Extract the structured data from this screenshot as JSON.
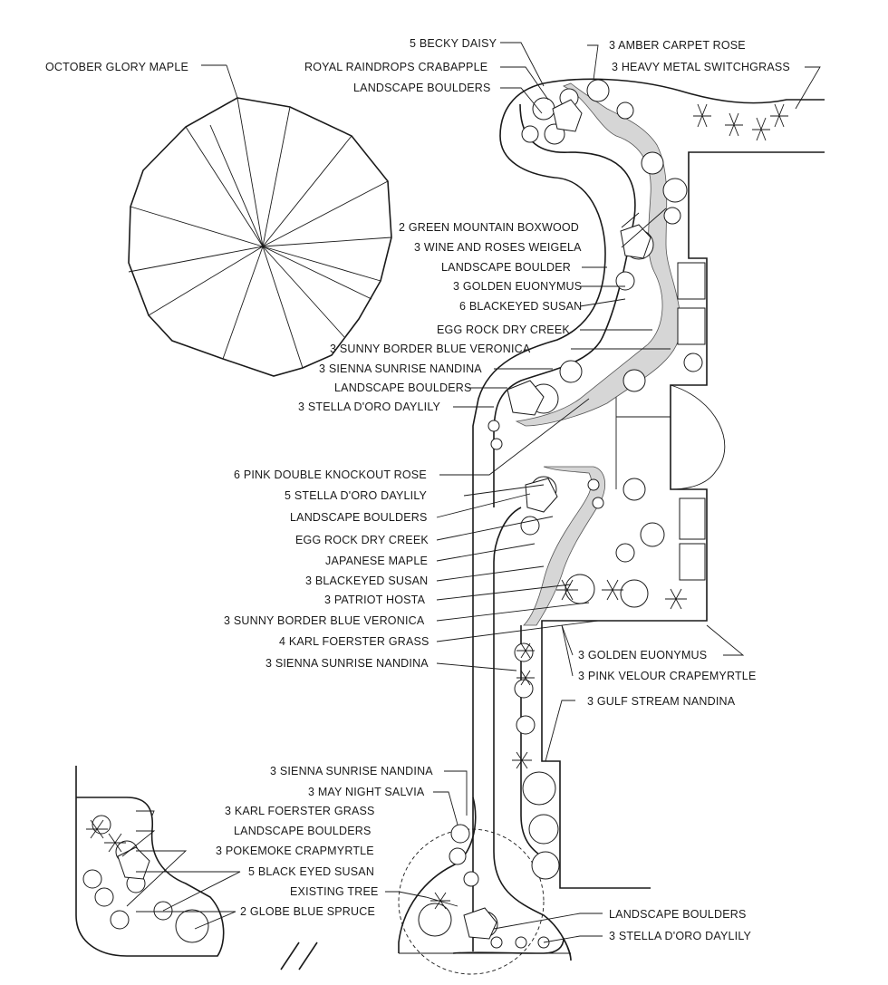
{
  "tree_label": "OCTOBER GLORY MAPLE",
  "labels": {
    "becky_daisy": "5 BECKY DAISY",
    "raindrops_crabapple": "ROYAL RAINDROPS CRABAPPLE",
    "boulders_1": "LANDSCAPE BOULDERS",
    "amber_carpet_rose": "3 AMBER CARPET ROSE",
    "heavy_metal_switchgrass": "3 HEAVY METAL SWITCHGRASS",
    "green_mountain_boxwood": "2 GREEN MOUNTAIN BOXWOOD",
    "wine_roses_weigela": "3 WINE AND ROSES WEIGELA",
    "boulder_single": "LANDSCAPE BOULDER",
    "golden_euonymus_1": "3 GOLDEN EUONYMUS",
    "blackeyed_susan_6": "6 BLACKEYED SUSAN",
    "egg_rock_creek_1": "EGG ROCK DRY CREEK",
    "veronica_1": "3 SUNNY BORDER BLUE VERONICA",
    "nandina_1": "3 SIENNA SUNRISE NANDINA",
    "boulders_2": "LANDSCAPE BOULDERS",
    "stella_daylily_3a": "3 STELLA D'ORO DAYLILY",
    "knockout_rose": "6 PINK DOUBLE KNOCKOUT ROSE",
    "stella_daylily_5": "5 STELLA D'ORO DAYLILY",
    "boulders_3": "LANDSCAPE BOULDERS",
    "egg_rock_creek_2": "EGG ROCK DRY CREEK",
    "japanese_maple": "JAPANESE MAPLE",
    "blackeyed_susan_3": "3 BLACKEYED SUSAN",
    "patriot_hosta": "3 PATRIOT HOSTA",
    "veronica_2": "3 SUNNY BORDER BLUE VERONICA",
    "karl_foerster_4": "4 KARL FOERSTER GRASS",
    "nandina_2": "3 SIENNA SUNRISE NANDINA",
    "golden_euonymus_2": "3 GOLDEN EUONYMUS",
    "pink_velour": "3 PINK VELOUR CRAPEMYRTLE",
    "gulf_stream": "3 GULF STREAM NANDINA",
    "nandina_3": "3 SIENNA SUNRISE NANDINA",
    "may_night_salvia": "3 MAY NIGHT SALVIA",
    "karl_foerster_3": "3 KARL FOERSTER GRASS",
    "boulders_4": "LANDSCAPE BOULDERS",
    "pokemoke": "3 POKEMOKE CRAPMYRTLE",
    "black_eyed_susan_5": "5 BLACK EYED SUSAN",
    "existing_tree": "EXISTING TREE",
    "globe_spruce": "2 GLOBE BLUE SPRUCE",
    "boulders_5": "LANDSCAPE BOULDERS",
    "stella_daylily_3b": "3 STELLA D'ORO DAYLILY"
  }
}
